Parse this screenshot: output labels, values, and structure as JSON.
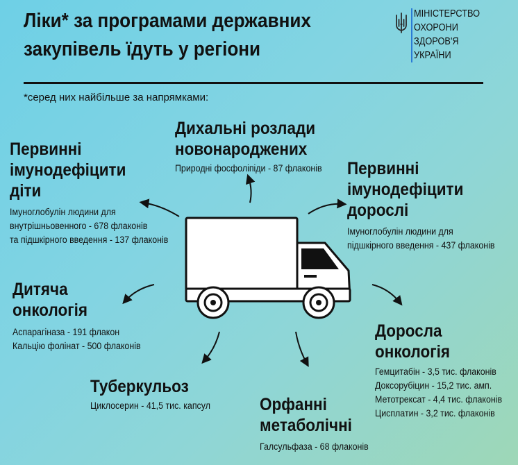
{
  "header": {
    "title_line1": "Ліки* за програмами державних",
    "title_line2": "закупівель їдуть у регіони",
    "subtitle": "*серед них найбільше за напрямками:"
  },
  "logo": {
    "lines": [
      "МІНІСТЕРСТВО",
      "ОХОРОНИ",
      "ЗДОРОВ'Я",
      "УКРАЇНИ"
    ]
  },
  "categories": [
    {
      "id": "neonatal",
      "heading": [
        "Дихальні розлади",
        "новонароджених"
      ],
      "items": [
        "Природні фосфоліпіди - 87 флаконів"
      ]
    },
    {
      "id": "immuno-children",
      "heading": [
        "Первинні",
        "імунодефіцити",
        "діти"
      ],
      "items": [
        "Імуноглобулін людини для",
        "внутрішньовенного - 678 флаконів",
        "та підшкірного введення - 137 флаконів"
      ]
    },
    {
      "id": "immuno-adults",
      "heading": [
        "Первинні",
        "імунодефіцити",
        "дорослі"
      ],
      "items": [
        "Імуноглобулін людини для",
        "підшкірного введення - 437 флаконів"
      ]
    },
    {
      "id": "child-oncology",
      "heading": [
        "Дитяча",
        "онкологія"
      ],
      "items": [
        "Аспарагіназа - 191 флакон",
        "Кальцію фолінат - 500 флаконів"
      ]
    },
    {
      "id": "adult-oncology",
      "heading": [
        "Доросла",
        "онкологія"
      ],
      "items": [
        "Гемцитабін - 3,5 тис. флаконів",
        "Доксорубіцин - 15,2 тис. амп.",
        "Метотрексат - 4,4 тис. флаконів",
        "Цисплатин - 3,2 тис. флаконів"
      ]
    },
    {
      "id": "tuberculosis",
      "heading": [
        "Туберкульоз"
      ],
      "items": [
        "Циклосерин - 41,5 тис. капсул"
      ]
    },
    {
      "id": "orphan",
      "heading": [
        "Орфанні",
        "метаболічні"
      ],
      "items": [
        "Галсульфаза - 68 флаконів"
      ]
    }
  ],
  "colors": {
    "background_start": "#6ed0e6",
    "background_end": "#9ed7b7",
    "logo_line": "#2a7bd6",
    "text": "#111111"
  },
  "icons": [
    "trident-icon",
    "truck-icon",
    "arrow-icon"
  ]
}
